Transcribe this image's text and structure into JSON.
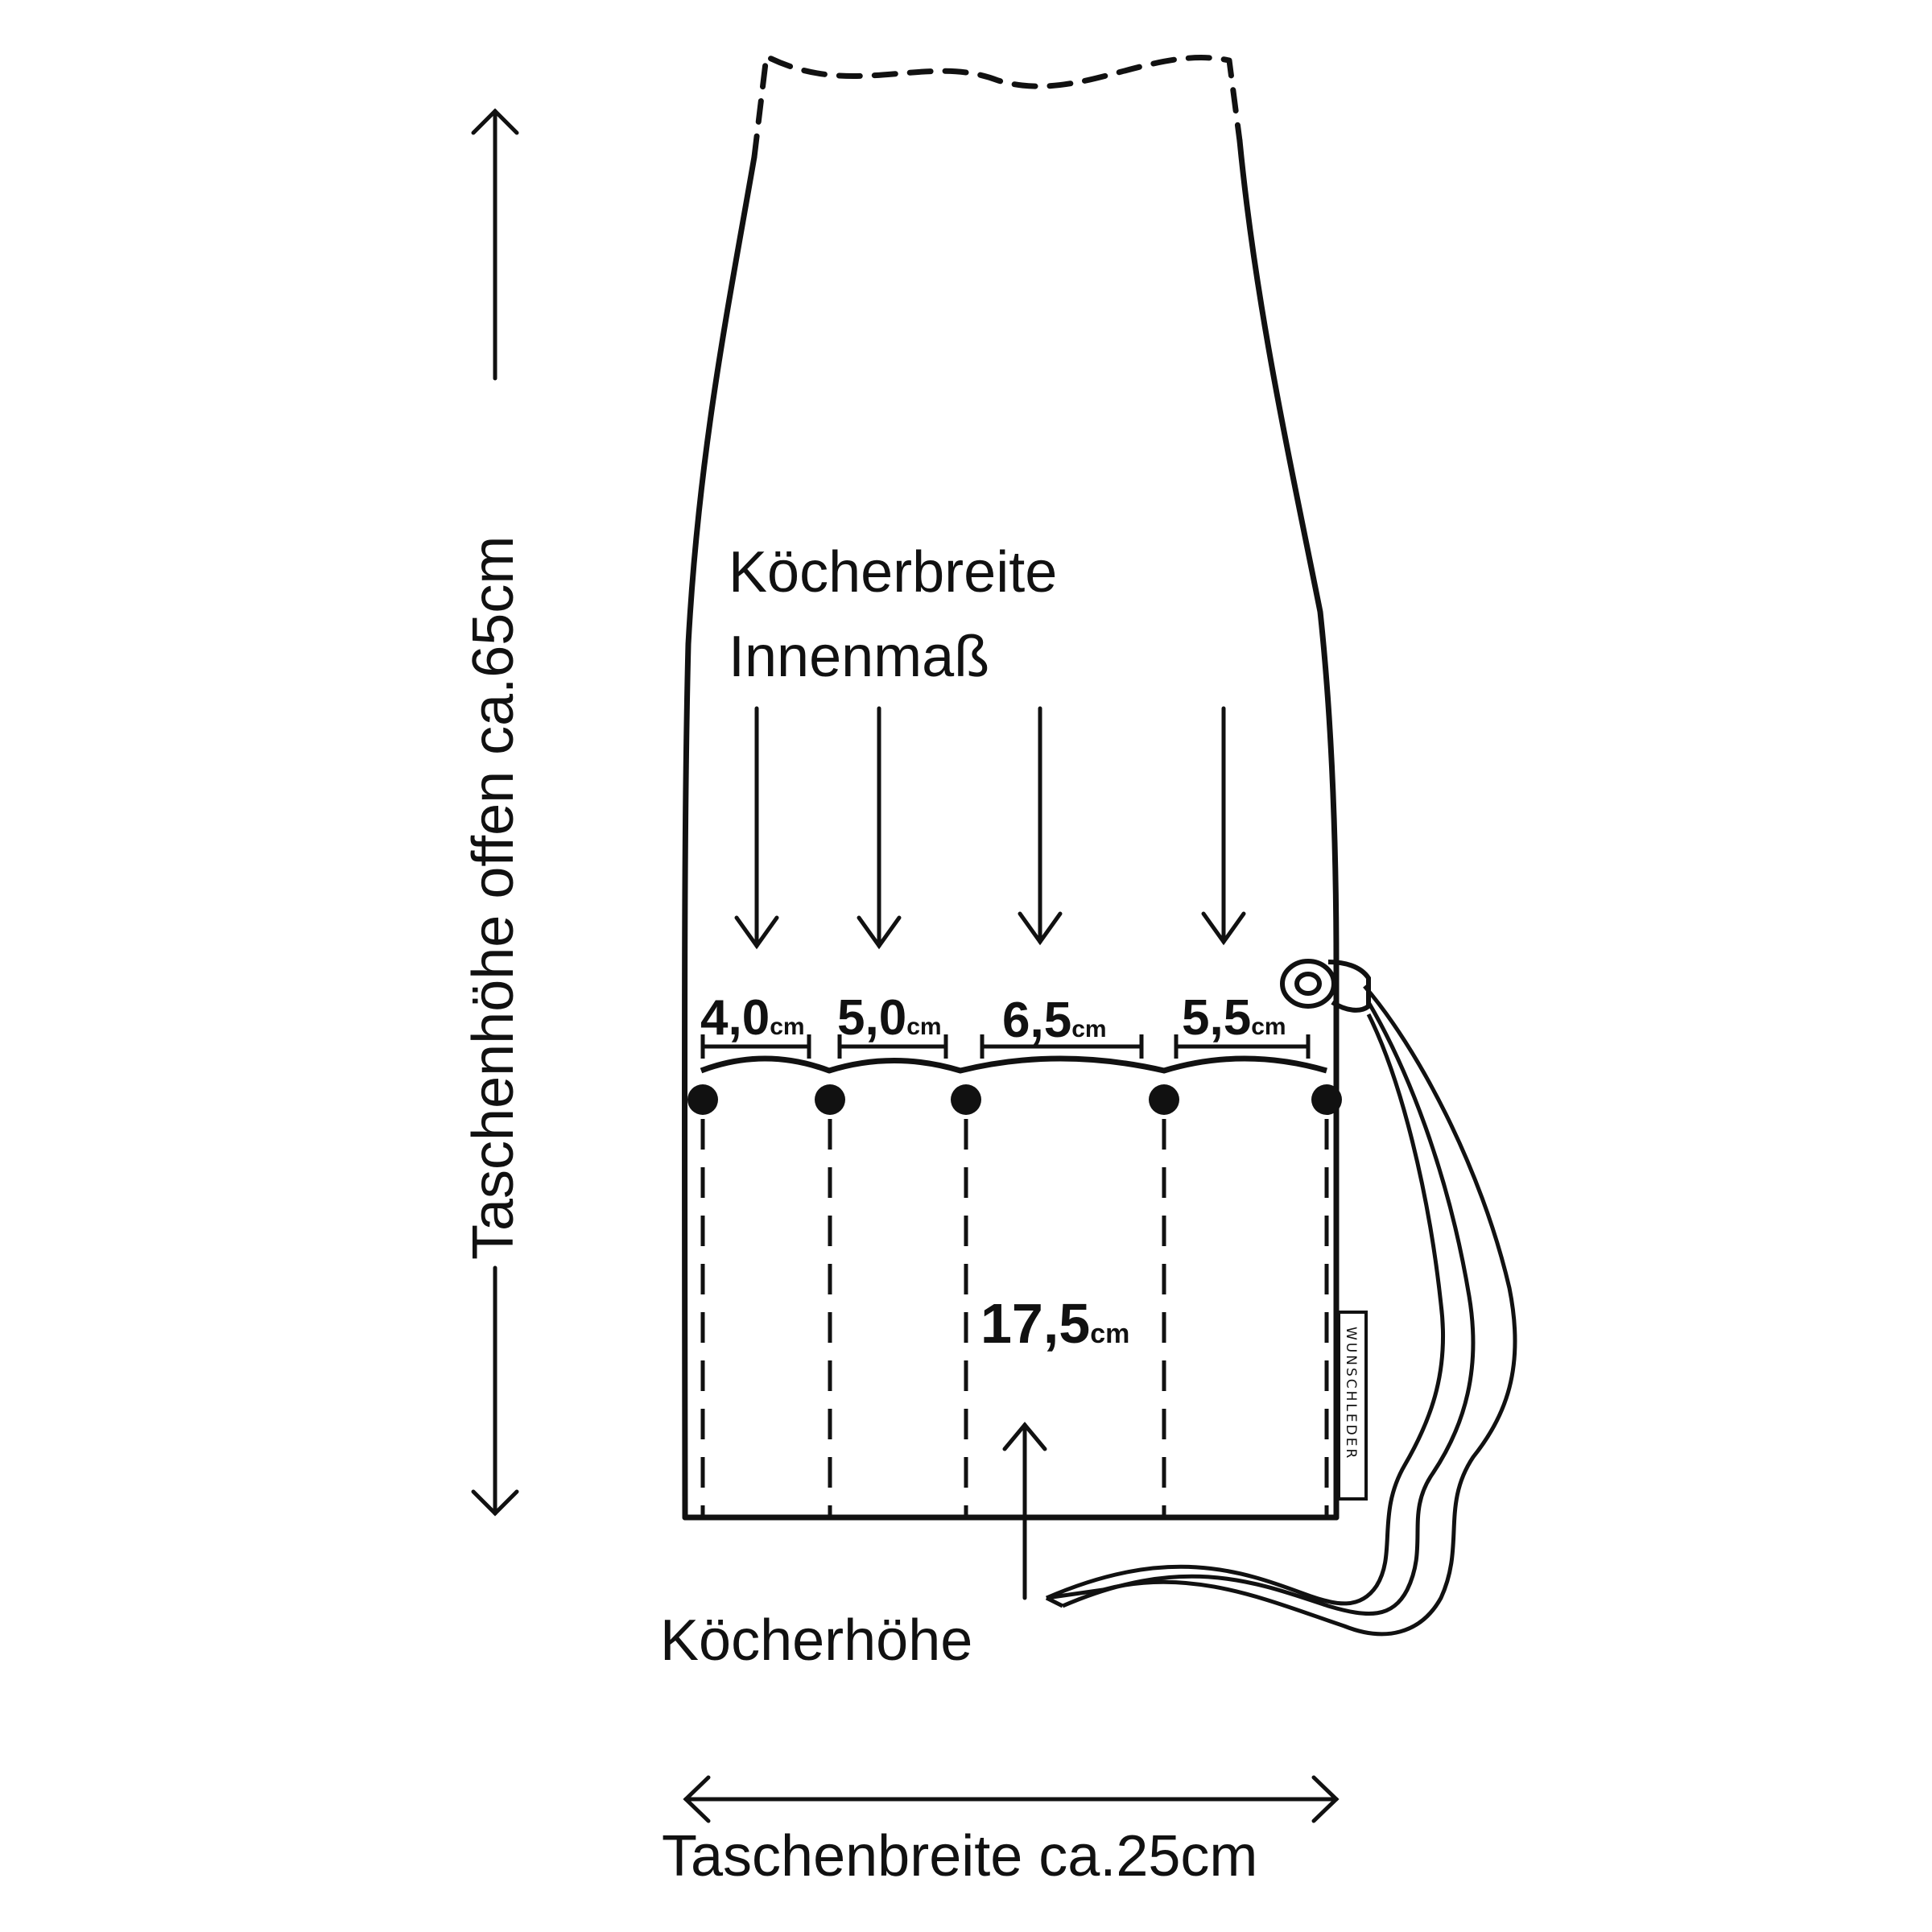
{
  "labels": {
    "height_label": "Taschenhöhe offen ca.65cm",
    "width_label": "Taschenbreite ca.25cm",
    "quiver_width_line1": "Köcherbreite",
    "quiver_width_line2": "Innenmaß",
    "quiver_height_label": "Köcherhöhe",
    "brand": "WUNSCHLEDER"
  },
  "quivers": [
    {
      "value": "4,0",
      "unit": "cm"
    },
    {
      "value": "5,0",
      "unit": "cm"
    },
    {
      "value": "6,5",
      "unit": "cm"
    },
    {
      "value": "5,5",
      "unit": "cm"
    }
  ],
  "quiver_height": {
    "value": "17,5",
    "unit": "cm"
  },
  "colors": {
    "line": "#111111",
    "background": "#ffffff"
  }
}
